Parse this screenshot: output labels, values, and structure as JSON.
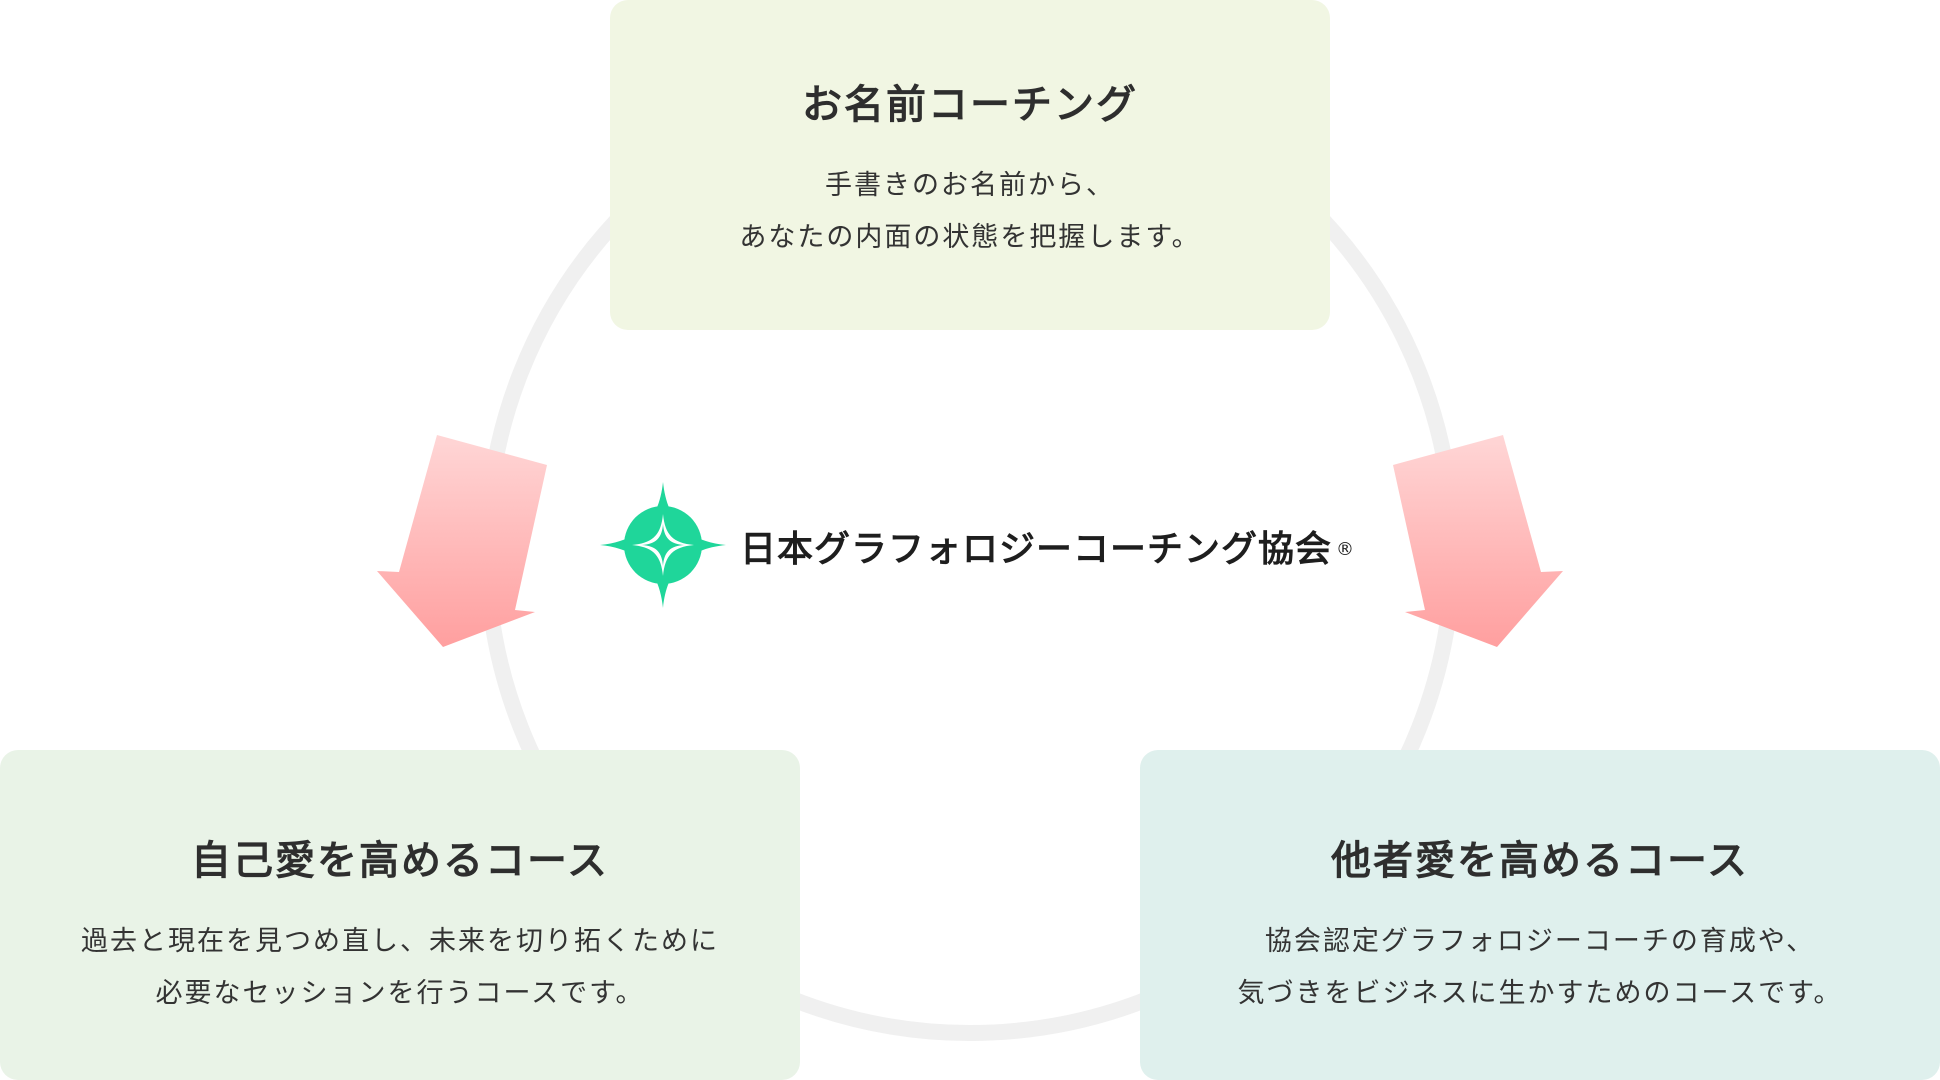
{
  "cards": {
    "top": {
      "title": "お名前コーチング",
      "lines": [
        "手書きのお名前から、",
        "あなたの内面の状態を把握します。"
      ],
      "bg": "#f1f6e3"
    },
    "left": {
      "title": "自己愛を高めるコース",
      "lines": [
        "過去と現在を見つめ直し、未来を切り拓くために",
        "必要なセッションを行うコースです。"
      ],
      "bg": "#e9f3e7"
    },
    "right": {
      "title": "他者愛を高めるコース",
      "lines": [
        "協会認定グラフォロジーコーチの育成や、",
        "気づきをビジネスに生かすためのコースです。"
      ],
      "bg": "#dff0ed"
    }
  },
  "center": {
    "org_name": "日本グラフォロジーコーチング協会",
    "registered_mark": "®",
    "logo_icon": "four-point-star-logo-icon",
    "logo_color": "#1fd69a"
  },
  "ring_color": "#f0f0f0",
  "arrow_colors": {
    "start": "#ffd6d6",
    "end": "#ff9f9f"
  }
}
